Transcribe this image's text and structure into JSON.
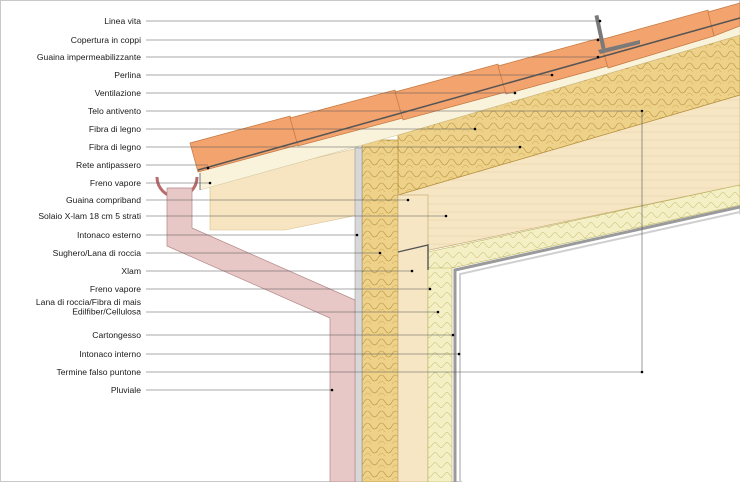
{
  "diagram": {
    "labels": [
      "Linea vita",
      "Copertura in coppi",
      "Guaina impermeabilizzante",
      "Perlina",
      "Ventilazione",
      "Telo antivento",
      "Fibra di legno",
      "Fibra di legno",
      "Rete antipassero",
      "Freno vapore",
      "Guaina compriband",
      "Solaio X-lam 18 cm 5 strati",
      "Intonaco esterno",
      "Sughero/Lana di roccia",
      "Xlam",
      "Freno vapore",
      "Lana di roccia/Fibra di mais\nEdilfiber/Cellulosa",
      "Cartongesso",
      "Intonaco interno",
      "Termine falso puntone",
      "Pluviale"
    ]
  },
  "colors": {
    "tiles": "#f2a36e",
    "tile_edge": "#c4773f",
    "insulation": "#eed28a",
    "insulation_light": "#f5efc6",
    "timber": "#f6e6c4",
    "pipe": "#e8c7c7",
    "plaster": "#cfcfcf"
  }
}
